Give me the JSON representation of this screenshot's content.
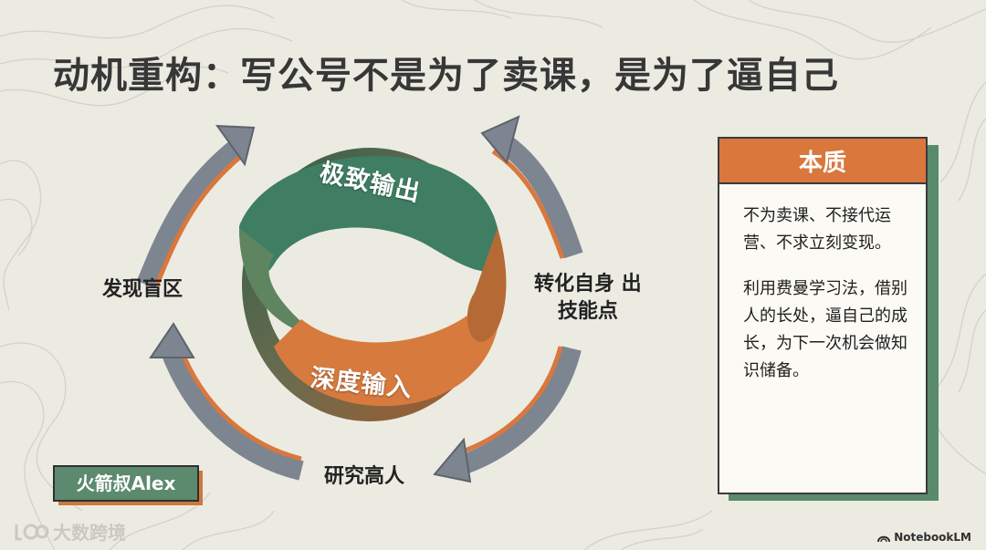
{
  "title": "动机重构：写公号不是为了卖课，是为了逼自己",
  "cycle": {
    "top_band_label": "极致输出",
    "bottom_band_label": "深度输入",
    "nodes": {
      "left": "发现盲区",
      "right_line1": "转化自身 出",
      "right_line2": "技能点",
      "bottom": "研究高人"
    }
  },
  "card": {
    "header": "本质",
    "paragraph1": "不为卖课、不接代运营、不求立刻变现。",
    "paragraph2": "利用费曼学习法，借别人的长处，逼自己的成长，为下一次机会做知识储备。"
  },
  "author_badge": "火箭叔Alex",
  "watermark": "大数跨境",
  "brand": "NotebookLM",
  "colors": {
    "background": "#ecebe2",
    "orange": "#d9773d",
    "green": "#5b8a6e",
    "arrow_gray": "#7d8591"
  }
}
